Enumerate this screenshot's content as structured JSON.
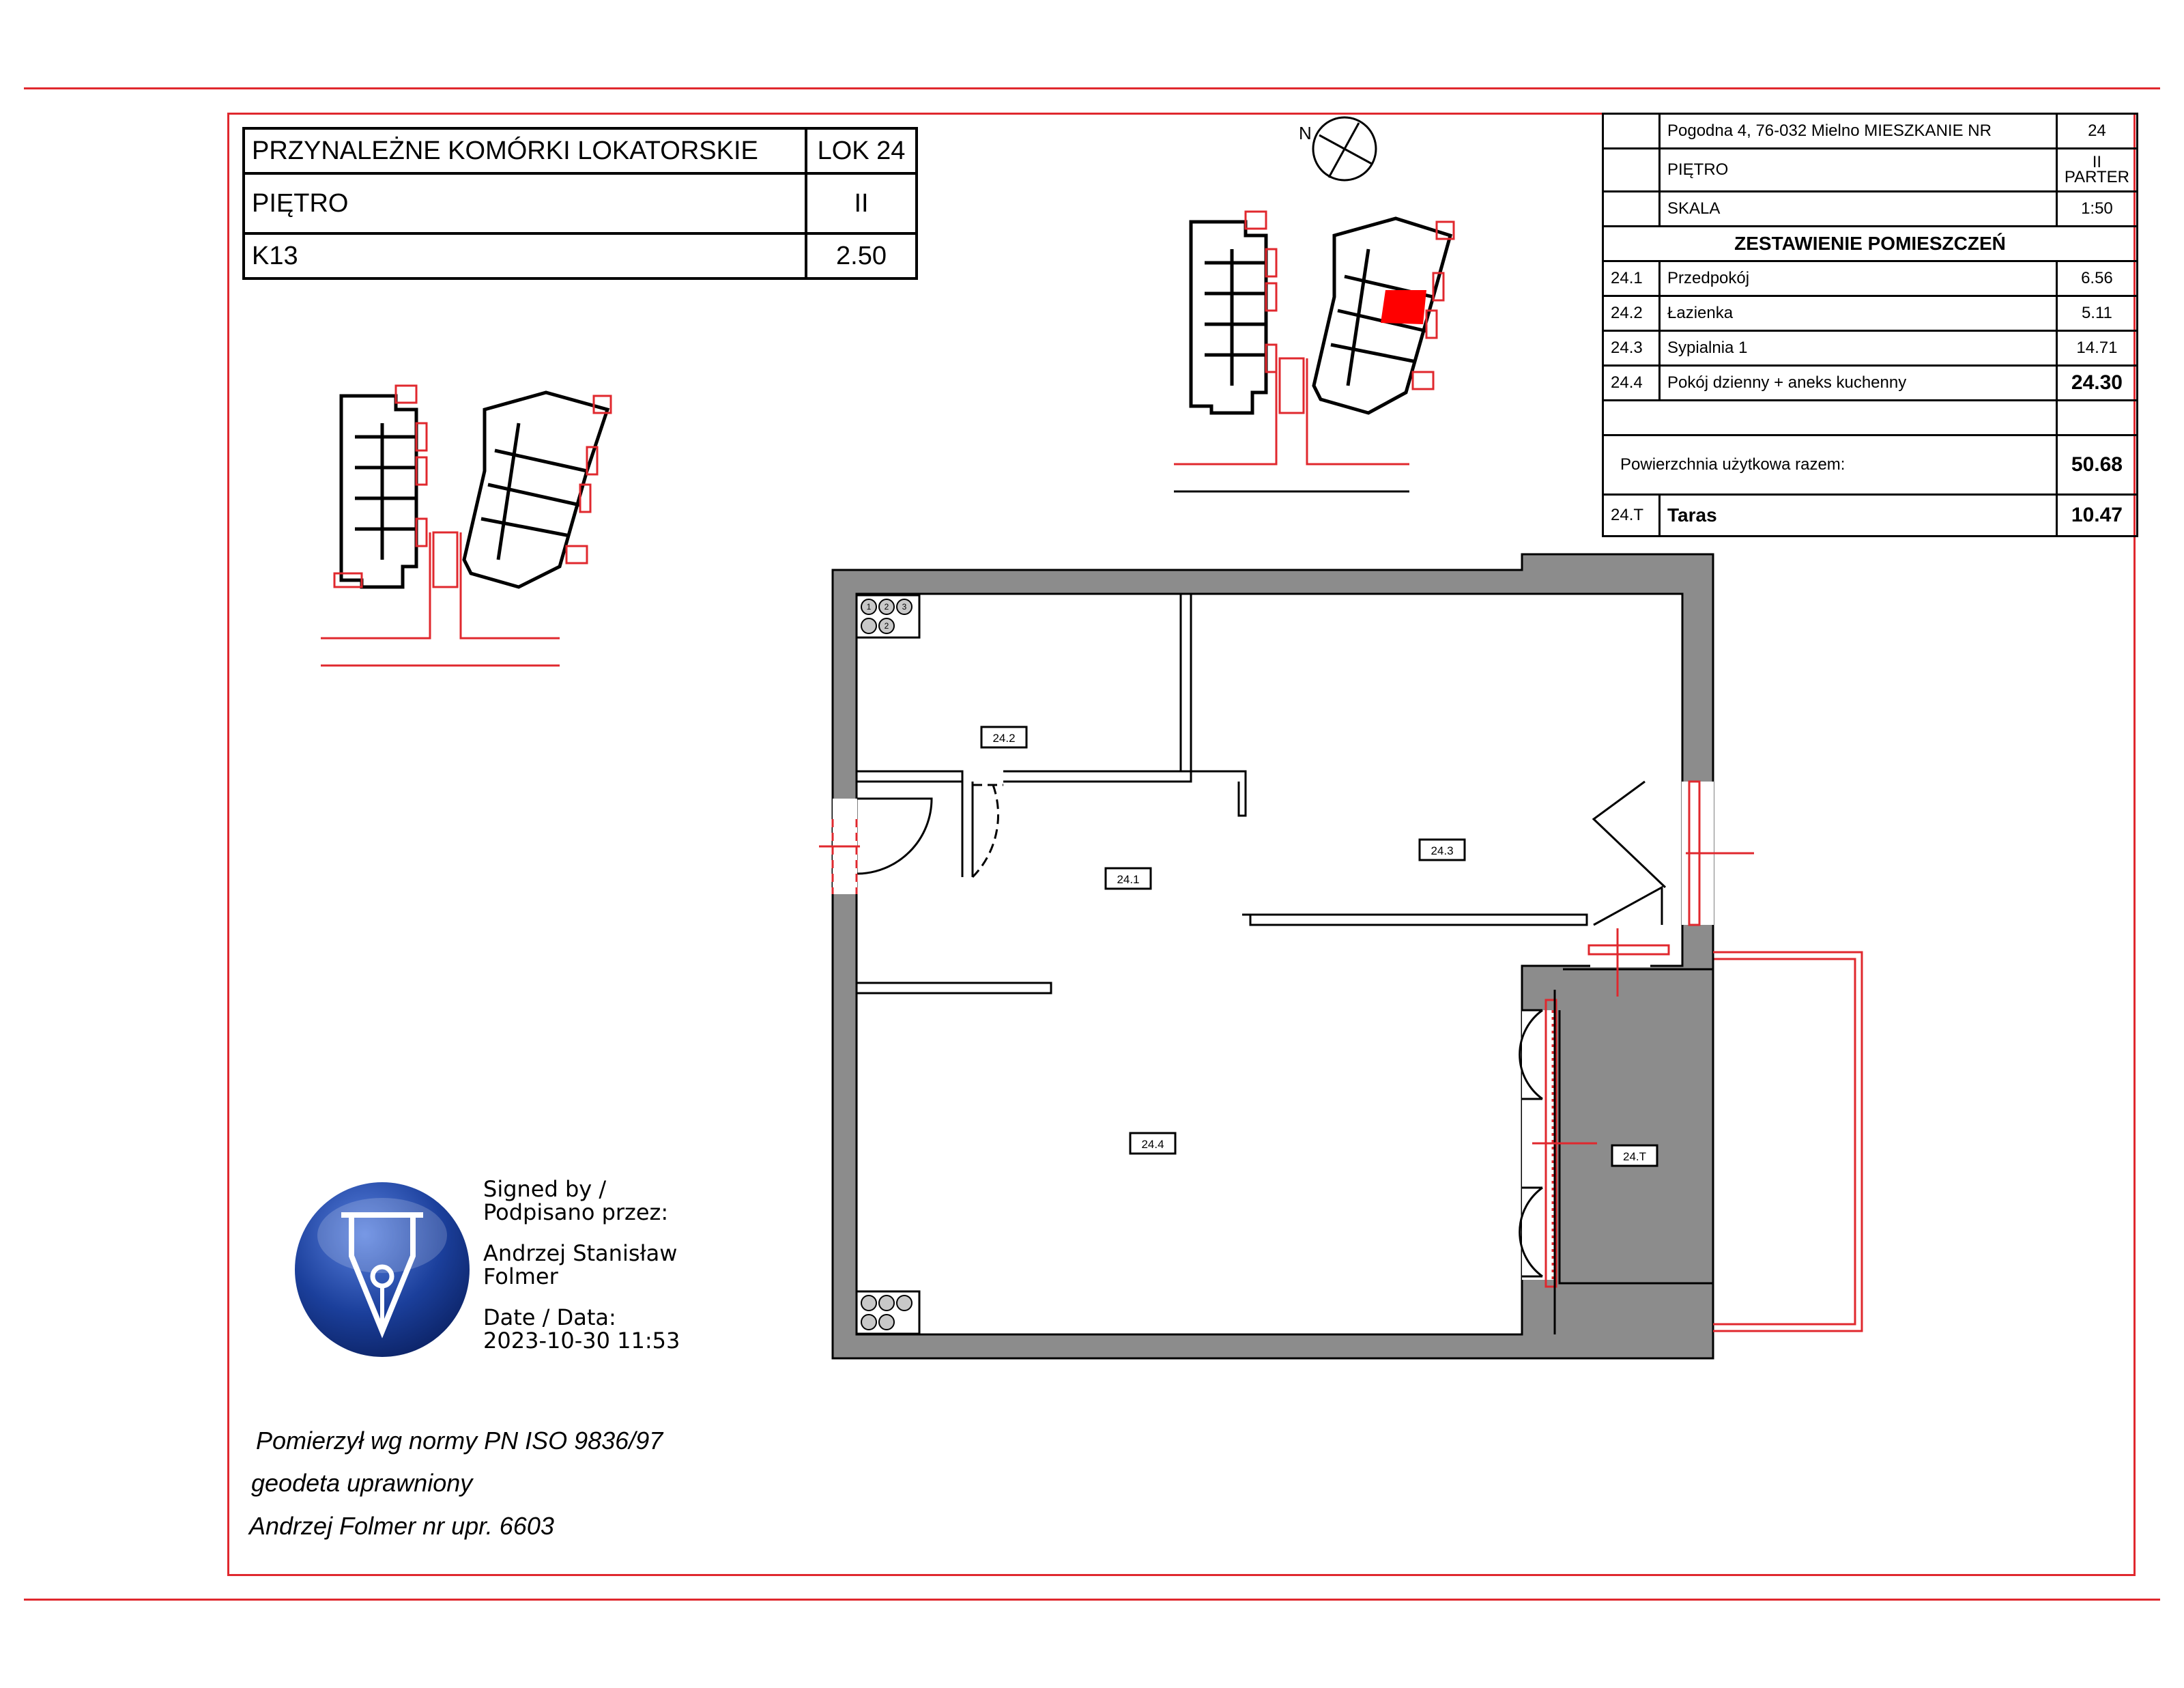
{
  "storage_table": {
    "header": [
      "PRZYNALEŻNE KOMÓRKI LOKATORSKIE",
      "LOK 24"
    ],
    "rows": [
      [
        "PIĘTRO",
        "II"
      ],
      [
        "K13",
        "2.50"
      ]
    ]
  },
  "info_table": {
    "address_label": "Pogodna 4, 76-032 Mielno MIESZKANIE NR",
    "apartment_no": "24",
    "floor_label": "PIĘTRO",
    "floor_value_1": "II",
    "floor_value_2": "PARTER",
    "scale_label": "SKALA",
    "scale_value": "1:50",
    "heading": "ZESTAWIENIE POMIESZCZEŃ",
    "rooms": [
      {
        "no": "24.1",
        "name": "Przedpokój",
        "area": "6.56"
      },
      {
        "no": "24.2",
        "name": "Łazienka",
        "area": "5.11"
      },
      {
        "no": "24.3",
        "name": "Sypialnia 1",
        "area": "14.71"
      },
      {
        "no": "24.4",
        "name": "Pokój dzienny + aneks kuchenny",
        "area": "24.30"
      }
    ],
    "total_label": "Powierzchnia użytkowa razem:",
    "total_value": "50.68",
    "terrace_no": "24.T",
    "terrace_name": "Taras",
    "terrace_area": "10.47"
  },
  "compass": {
    "label": "N"
  },
  "plan_labels": {
    "r241": "24.1",
    "r242": "24.2",
    "r243": "24.3",
    "r244": "24.4",
    "r24t": "24.T"
  },
  "hob_numbers": [
    "1",
    "2",
    "3",
    "2"
  ],
  "signature": {
    "line1": "Signed by /",
    "line2": "Podpisano przez:",
    "name1": "Andrzej Stanisław",
    "name2": "Folmer",
    "date_label": "Date / Data:",
    "date_value": "2023-10-30 11:53"
  },
  "surveyor": {
    "line1": "Pomierzył wg normy  PN ISO 9836/97",
    "line2": "geodeta uprawniony",
    "line3": "Andrzej Folmer nr upr. 6603"
  },
  "colors": {
    "frame": "#e0282e",
    "wall": "#8c8c8c",
    "highlight": "#ff0000",
    "seal_blue": "#1b3f9b"
  }
}
